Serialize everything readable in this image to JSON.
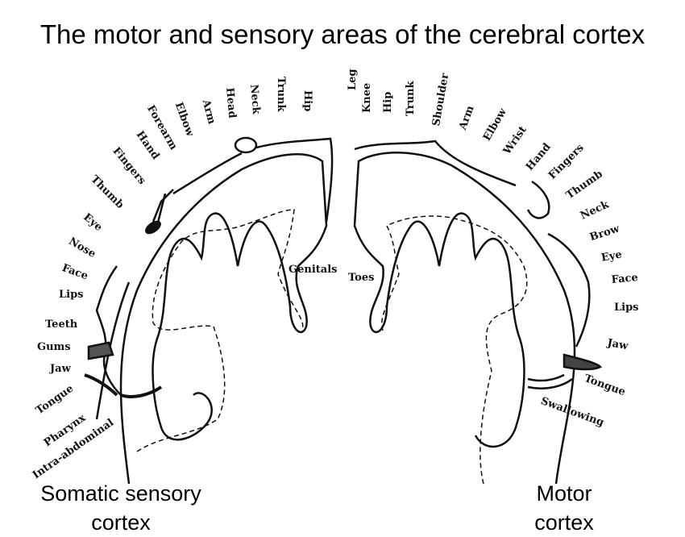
{
  "title": "The motor and sensory areas of the cerebral cortex",
  "captions": {
    "sensory_line1": "Somatic sensory",
    "sensory_line2": "cortex",
    "motor_line1": "Motor",
    "motor_line2": "cortex"
  },
  "sensory_labels": [
    "Intra-abdominal",
    "Pharynx",
    "Tongue",
    "Jaw",
    "Gums",
    "Teeth",
    "Lips",
    "Face",
    "Nose",
    "Eye",
    "Thumb",
    "Fingers",
    "Hand",
    "Forearm",
    "Elbow",
    "Arm",
    "Head",
    "Neck",
    "Trunk",
    "Hip",
    "Leg",
    "Genitals"
  ],
  "motor_labels": [
    "Toes",
    "Knee",
    "Hip",
    "Trunk",
    "Shoulder",
    "Arm",
    "Elbow",
    "Wrist",
    "Hand",
    "Fingers",
    "Thumb",
    "Neck",
    "Brow",
    "Eye",
    "Face",
    "Lips",
    "Jaw",
    "Tongue",
    "Swallowing"
  ]
}
